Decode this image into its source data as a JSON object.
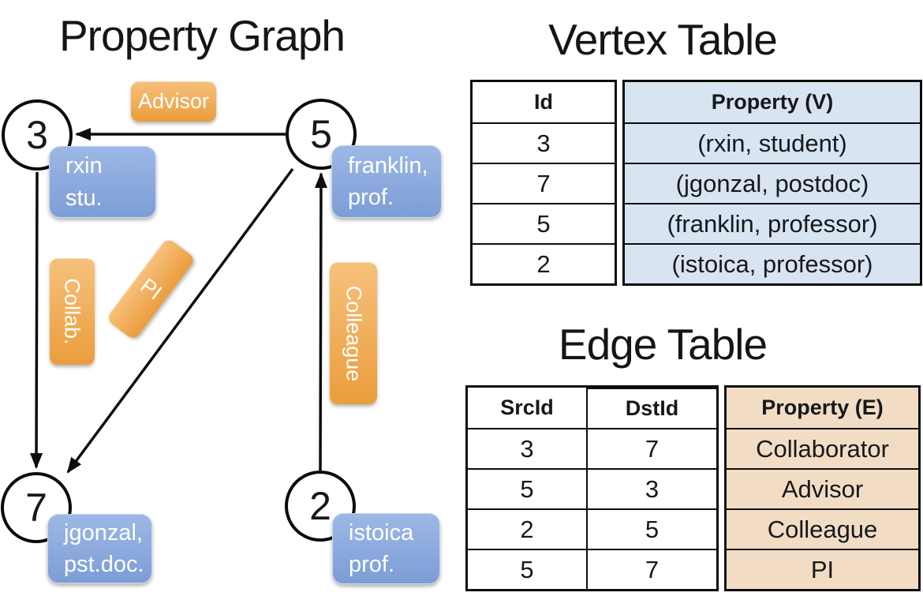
{
  "titles": {
    "graph": "Property Graph",
    "vertex": "Vertex Table",
    "edge": "Edge Table"
  },
  "colors": {
    "orange_top": "#f6c17c",
    "orange_bottom": "#eb9d3c",
    "blue_top": "#9db8e5",
    "blue_bottom": "#7c9dd6",
    "vertex_fill": "#d9e4f3",
    "edge_fill": "#f2ddc4",
    "line_color": "#0d0d0d"
  },
  "graph": {
    "nodes": [
      {
        "id": "3"
      },
      {
        "id": "5"
      },
      {
        "id": "7"
      },
      {
        "id": "2"
      }
    ],
    "edge_labels": [
      {
        "text": "Advisor"
      },
      {
        "text": "Collab."
      },
      {
        "text": "PI"
      },
      {
        "text": "Colleague"
      }
    ],
    "property_boxes": [
      {
        "line1": "rxin",
        "line2": "stu."
      },
      {
        "line1": "franklin,",
        "line2": "prof."
      },
      {
        "line1": "jgonzal,",
        "line2": "pst.doc."
      },
      {
        "line1": "istoica",
        "line2": "prof."
      }
    ]
  },
  "vertex_table": {
    "headers": {
      "id": "Id",
      "property": "Property (V)"
    },
    "rows": [
      {
        "id": "3",
        "property": "(rxin, student)"
      },
      {
        "id": "7",
        "property": "(jgonzal, postdoc)"
      },
      {
        "id": "5",
        "property": "(franklin, professor)"
      },
      {
        "id": "2",
        "property": "(istoica, professor)"
      }
    ]
  },
  "edge_table": {
    "headers": {
      "src": "SrcId",
      "dst": "DstId",
      "property": "Property (E)"
    },
    "rows": [
      {
        "src": "3",
        "dst": "7",
        "property": "Collaborator"
      },
      {
        "src": "5",
        "dst": "3",
        "property": "Advisor"
      },
      {
        "src": "2",
        "dst": "5",
        "property": "Colleague"
      },
      {
        "src": "5",
        "dst": "7",
        "property": "PI"
      }
    ]
  }
}
